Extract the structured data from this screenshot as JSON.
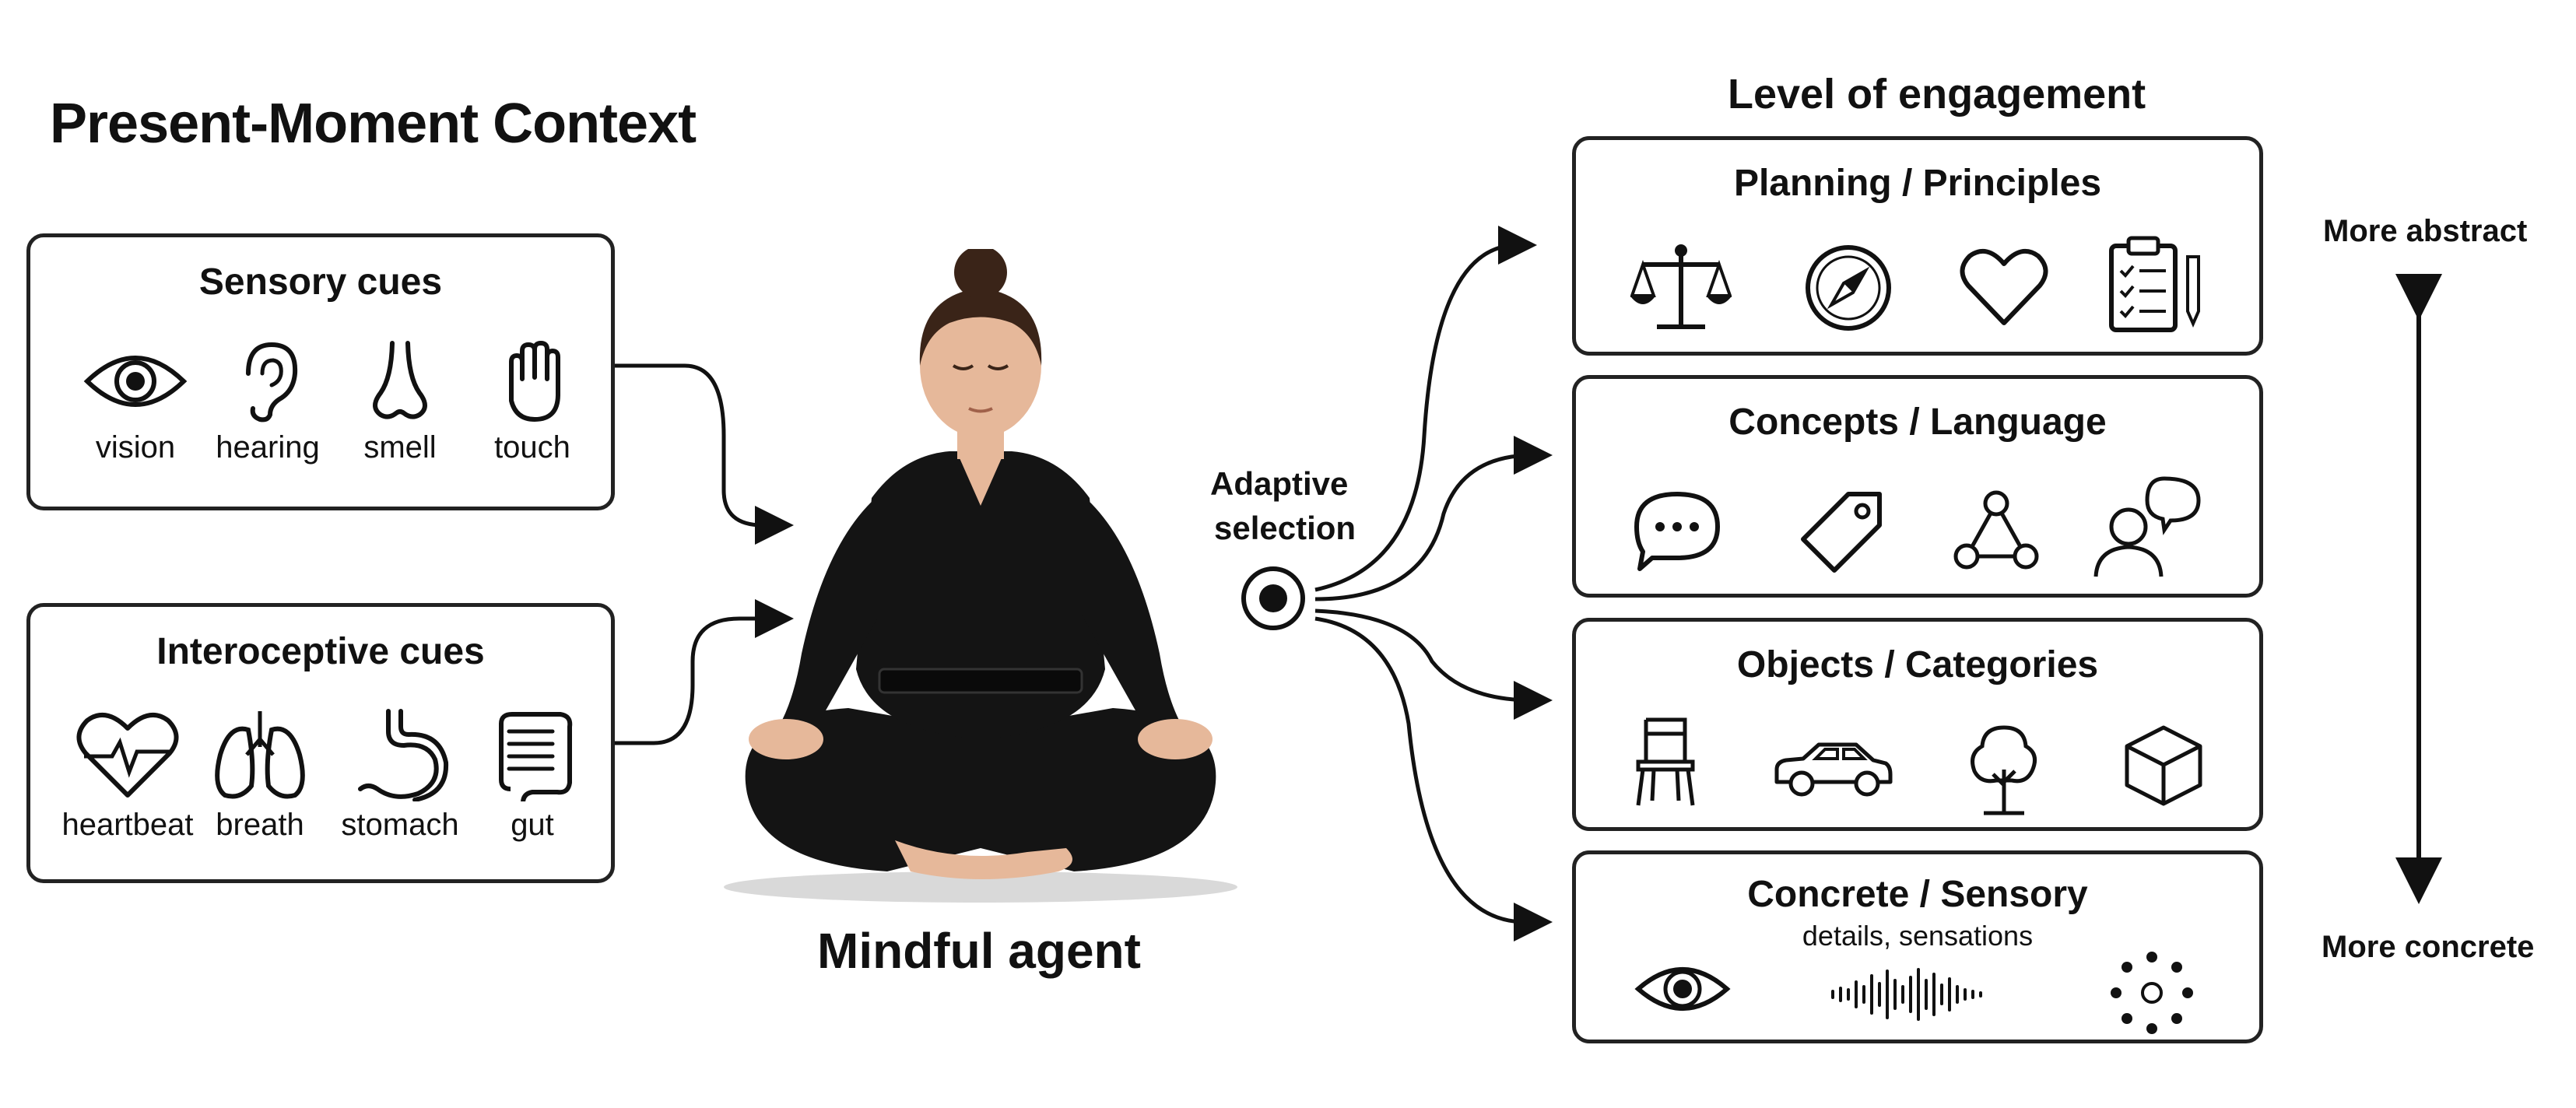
{
  "title": "Present-Moment Context",
  "sensory_box": {
    "heading": "Sensory cues",
    "cues": [
      {
        "label": "vision",
        "icon": "eye-icon"
      },
      {
        "label": "hearing",
        "icon": "ear-icon"
      },
      {
        "label": "smell",
        "icon": "nose-icon"
      },
      {
        "label": "touch",
        "icon": "hand-icon"
      }
    ]
  },
  "interoceptive_box": {
    "heading": "Interoceptive cues",
    "cues": [
      {
        "label": "heartbeat",
        "icon": "heartbeat-icon"
      },
      {
        "label": "breath",
        "icon": "lungs-icon"
      },
      {
        "label": "stomach",
        "icon": "stomach-icon"
      },
      {
        "label": "gut",
        "icon": "gut-icon"
      }
    ]
  },
  "agent": {
    "label": "Mindful agent",
    "icon": "meditating-person-icon"
  },
  "selector": {
    "label_line1": "Adaptive",
    "label_line2": "selection"
  },
  "engagement": {
    "heading": "Level of engagement",
    "levels": [
      {
        "title": "Planning / Principles",
        "icons": [
          "scales-icon",
          "compass-icon",
          "heart-icon",
          "checklist-icon"
        ]
      },
      {
        "title": "Concepts / Language",
        "icons": [
          "speech-bubble-icon",
          "tag-icon",
          "network-icon",
          "conversation-icon"
        ]
      },
      {
        "title": "Objects / Categories",
        "icons": [
          "chair-icon",
          "car-icon",
          "tree-icon",
          "cube-icon"
        ]
      },
      {
        "title": "Concrete / Sensory",
        "subtitle": "details, sensations",
        "icons": [
          "eye-icon",
          "sound-wave-icon",
          "dots-ring-icon"
        ]
      }
    ]
  },
  "axis": {
    "top_label": "More abstract",
    "bottom_label": "More concrete"
  },
  "colors": {
    "ink": "#111111",
    "skin": "#e6b89a",
    "outfit": "#141414",
    "hair": "#3a2418"
  }
}
